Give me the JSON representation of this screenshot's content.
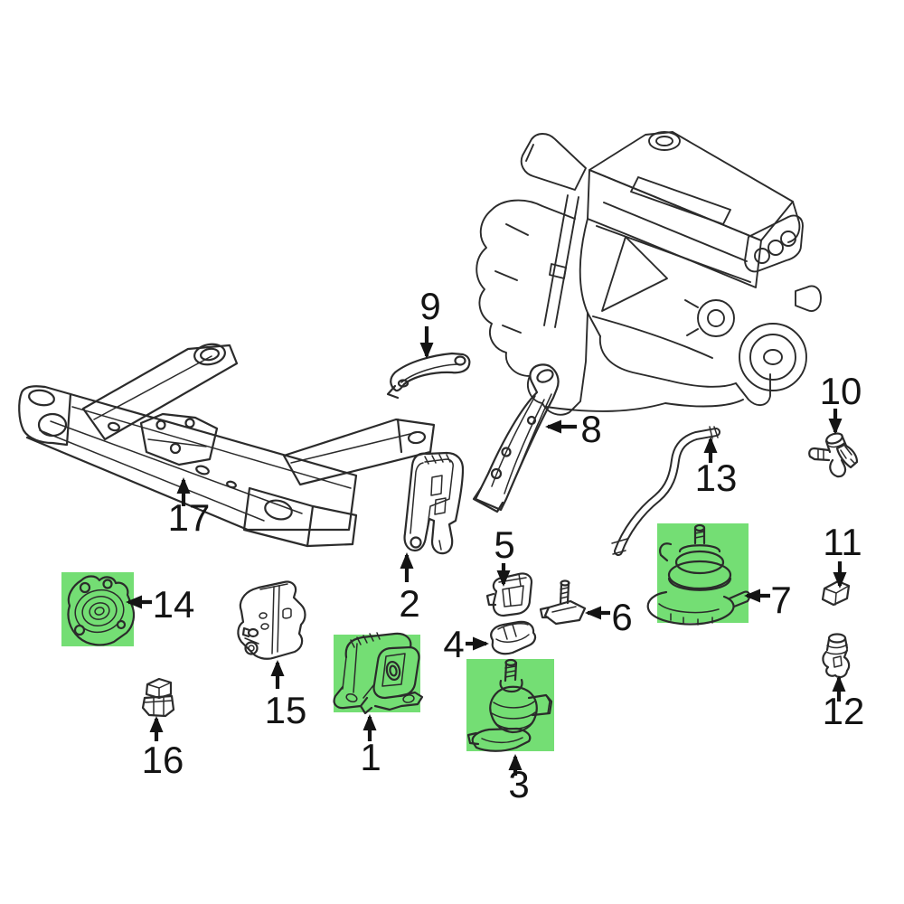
{
  "diagram": {
    "type": "engine-mounts-parts-diagram",
    "background": "#ffffff",
    "colors": {
      "line": "#2b2b2b",
      "label": "#141414",
      "highlight": "#74de74"
    },
    "callouts": [
      {
        "label": "1",
        "highlighted": true
      },
      {
        "label": "2",
        "highlighted": false
      },
      {
        "label": "3",
        "highlighted": true
      },
      {
        "label": "4",
        "highlighted": false
      },
      {
        "label": "5",
        "highlighted": false
      },
      {
        "label": "6",
        "highlighted": false
      },
      {
        "label": "7",
        "highlighted": true
      },
      {
        "label": "8",
        "highlighted": false
      },
      {
        "label": "9",
        "highlighted": false
      },
      {
        "label": "10",
        "highlighted": false
      },
      {
        "label": "11",
        "highlighted": false
      },
      {
        "label": "12",
        "highlighted": false
      },
      {
        "label": "13",
        "highlighted": false
      },
      {
        "label": "14",
        "highlighted": true
      },
      {
        "label": "15",
        "highlighted": false
      },
      {
        "label": "16",
        "highlighted": false
      },
      {
        "label": "17",
        "highlighted": false
      }
    ]
  }
}
